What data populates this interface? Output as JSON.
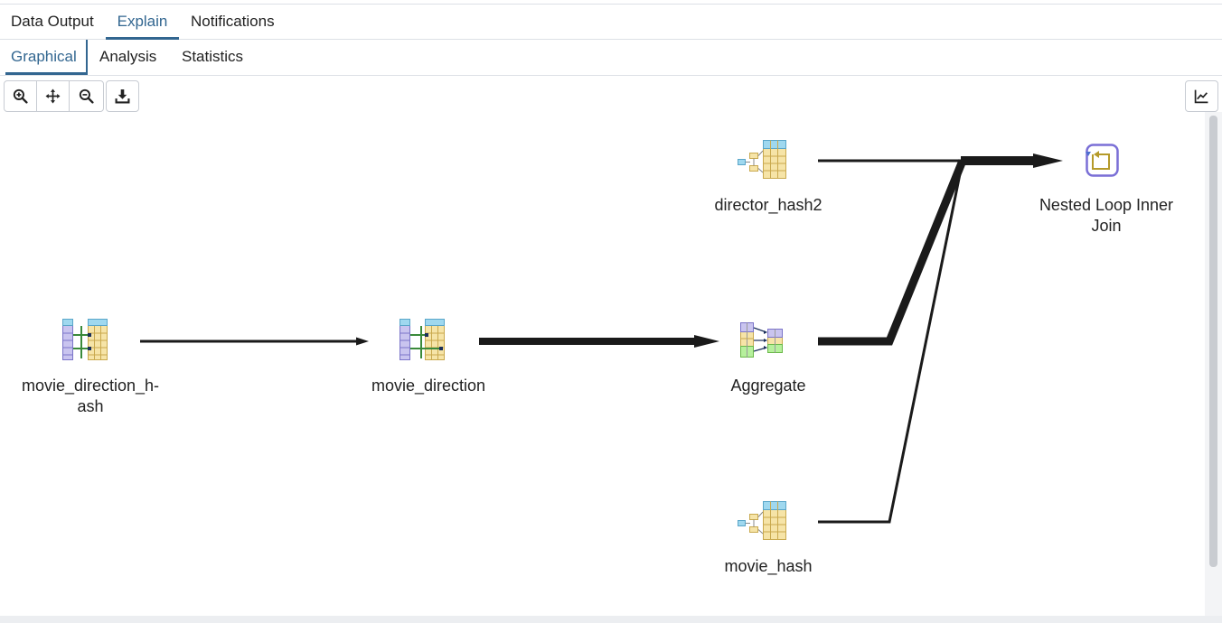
{
  "tabs": [
    {
      "label": "Data Output",
      "active": false
    },
    {
      "label": "Explain",
      "active": true
    },
    {
      "label": "Notifications",
      "active": false
    }
  ],
  "subtabs": [
    {
      "label": "Graphical",
      "active": true
    },
    {
      "label": "Analysis",
      "active": false
    },
    {
      "label": "Statistics",
      "active": false
    }
  ],
  "toolbar": {
    "zoom_in_icon": "zoom-in-icon",
    "move_icon": "move-icon",
    "zoom_out_icon": "zoom-out-icon",
    "download_icon": "download-icon",
    "stats_icon": "chart-line-icon"
  },
  "plan": {
    "nodes": [
      {
        "id": "movie_direction_hash",
        "label_line1": "movie_direction_h-",
        "label_line2": "ash",
        "icon": "hash-icon"
      },
      {
        "id": "movie_direction",
        "label_line1": "movie_direction",
        "label_line2": "",
        "icon": "hash-join-icon"
      },
      {
        "id": "aggregate",
        "label_line1": "Aggregate",
        "label_line2": "",
        "icon": "aggregate-icon"
      },
      {
        "id": "director_hash2",
        "label_line1": "director_hash2",
        "label_line2": "",
        "icon": "seq-scan-icon"
      },
      {
        "id": "movie_hash",
        "label_line1": "movie_hash",
        "label_line2": "",
        "icon": "seq-scan-icon"
      },
      {
        "id": "nested_loop",
        "label_line1": "Nested Loop Inner",
        "label_line2": "Join",
        "icon": "nested-loop-icon"
      }
    ]
  },
  "colors": {
    "accent": "#326690",
    "border": "#dde0e6",
    "edge": "#1a1a1a"
  }
}
